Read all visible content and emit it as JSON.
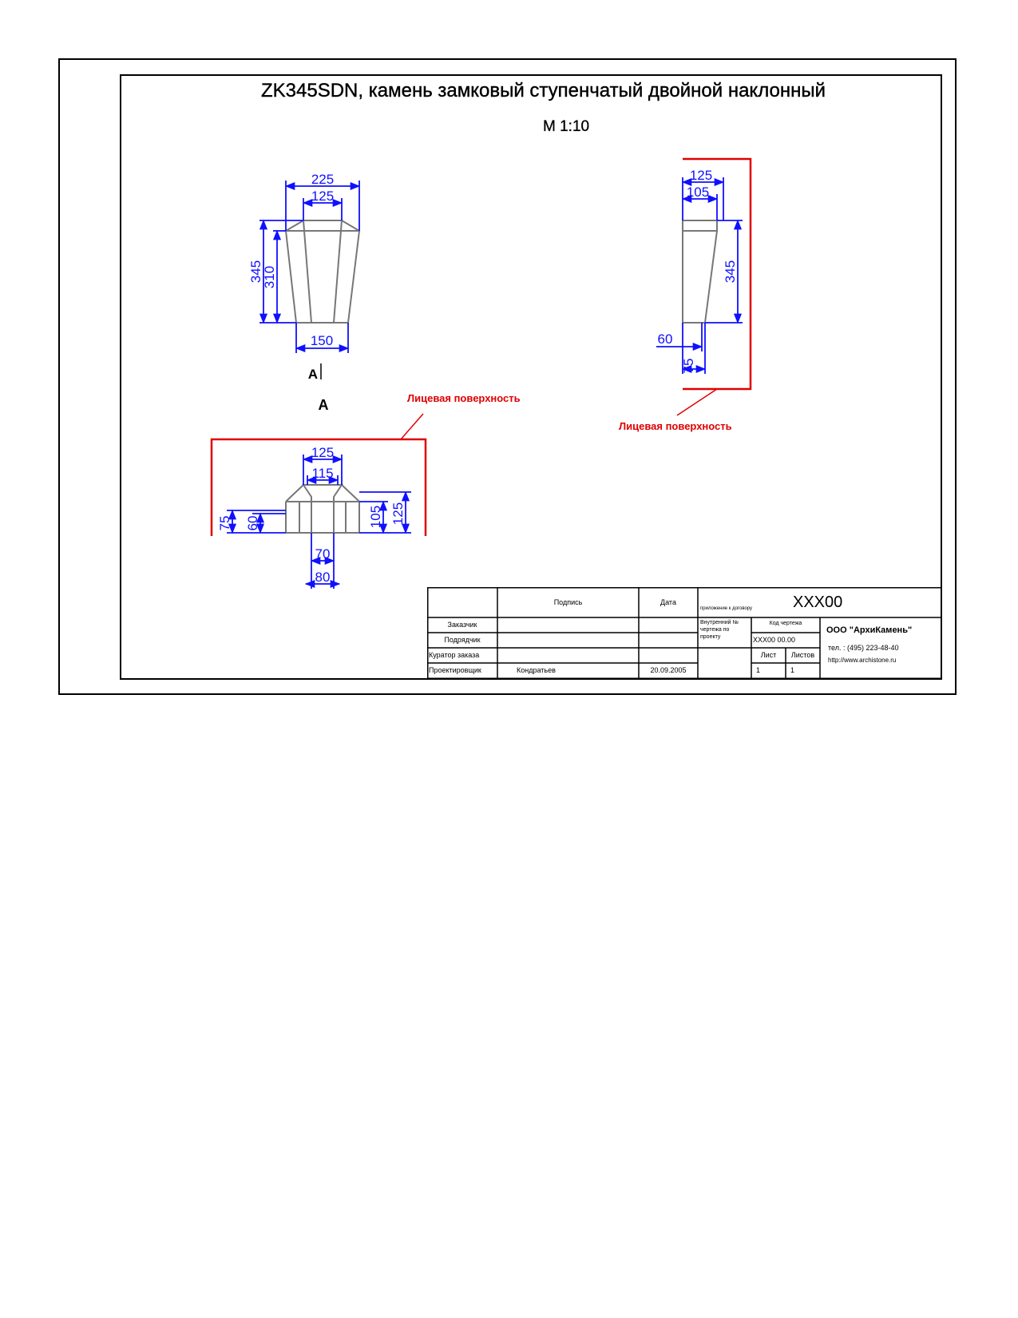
{
  "title": "ZK345SDN, камень замковый ступенчатый двойной наклонный",
  "scale": "М 1:10",
  "front_view": {
    "dims": [
      "225",
      "125",
      "345",
      "310",
      "150"
    ],
    "section_mark": "А"
  },
  "side_view": {
    "dims": [
      "125",
      "105",
      "345",
      "60",
      "75"
    ]
  },
  "section_view": {
    "label": "А",
    "dims": [
      "125",
      "115",
      "75",
      "60",
      "105",
      "125",
      "70",
      "80"
    ]
  },
  "face_label": "Лицевая поверхность",
  "title_block": {
    "col_signature": "Подпись",
    "col_date": "Дата",
    "contract_note": "приложение к договору",
    "contract_no": "XXX00",
    "rows": [
      {
        "role": "Заказчик",
        "name": "",
        "date": ""
      },
      {
        "role": "Подрядчик",
        "name": "",
        "date": ""
      },
      {
        "role": "Куратор заказа",
        "name": "",
        "date": ""
      },
      {
        "role": "Проектировщик",
        "name": "Кондратьев",
        "date": "20.09.2005"
      }
    ],
    "internal_no_label": "Внутренний № чертежа по проекту",
    "drawing_code_label": "Код чертежа",
    "drawing_code": "XXX00 00.00",
    "sheet_label": "Лист",
    "sheets_label": "Листов",
    "sheet": "1",
    "sheets": "1",
    "company": "ООО \"АрхиКамень\"",
    "phone": "тел.   :  (495) 223-48-40",
    "website": "http://www.archistone.ru"
  }
}
